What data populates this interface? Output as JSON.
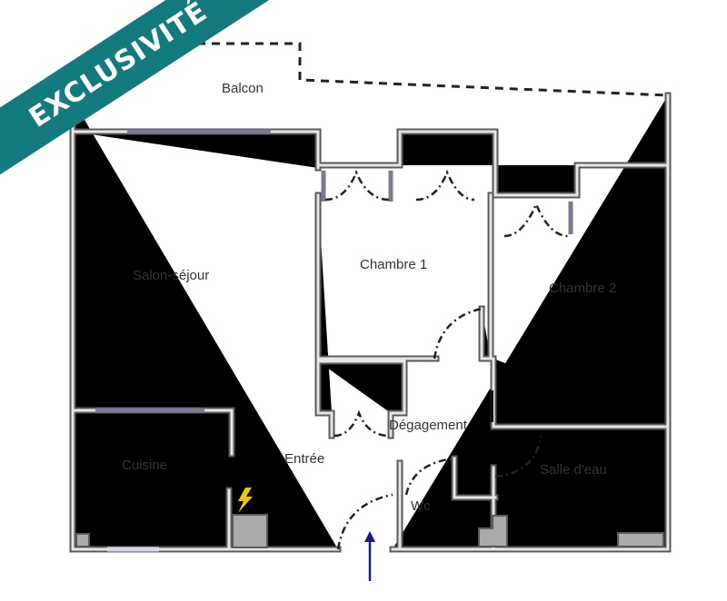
{
  "badge": {
    "text": "EXCLUSIVITÉ",
    "color": "#137a7f"
  },
  "rooms": {
    "balcon": "Balcon",
    "salon": "Salon-séjour",
    "chambre1": "Chambre 1",
    "chambre2": "Chambre 2",
    "cuisine": "Cuisine",
    "entree": "Entrée",
    "degagement": "Dégagement",
    "salle_eau": "Salle d'eau",
    "wc": "Wc"
  },
  "icons": {
    "electric": "lightning-icon",
    "entrance": "entrance-arrow-icon"
  },
  "colors": {
    "wall": "#5a5a5a",
    "arrow": "#1a1a8a",
    "lightning": "#f2c40f"
  }
}
